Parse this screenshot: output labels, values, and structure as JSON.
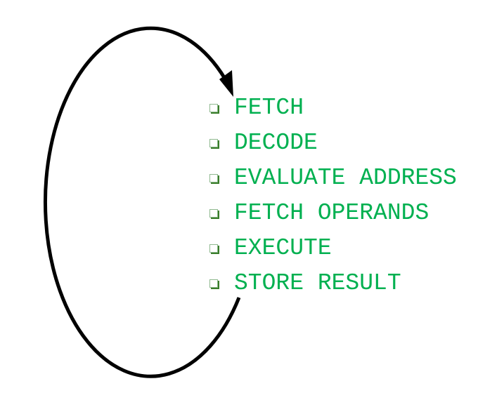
{
  "steps": [
    "FETCH",
    "DECODE",
    "EVALUATE ADDRESS",
    "FETCH OPERANDS",
    "EXECUTE",
    "STORE RESULT"
  ],
  "colors": {
    "text": "#00b050",
    "arrow": "#000000",
    "bullet": "#3a7d2a"
  }
}
